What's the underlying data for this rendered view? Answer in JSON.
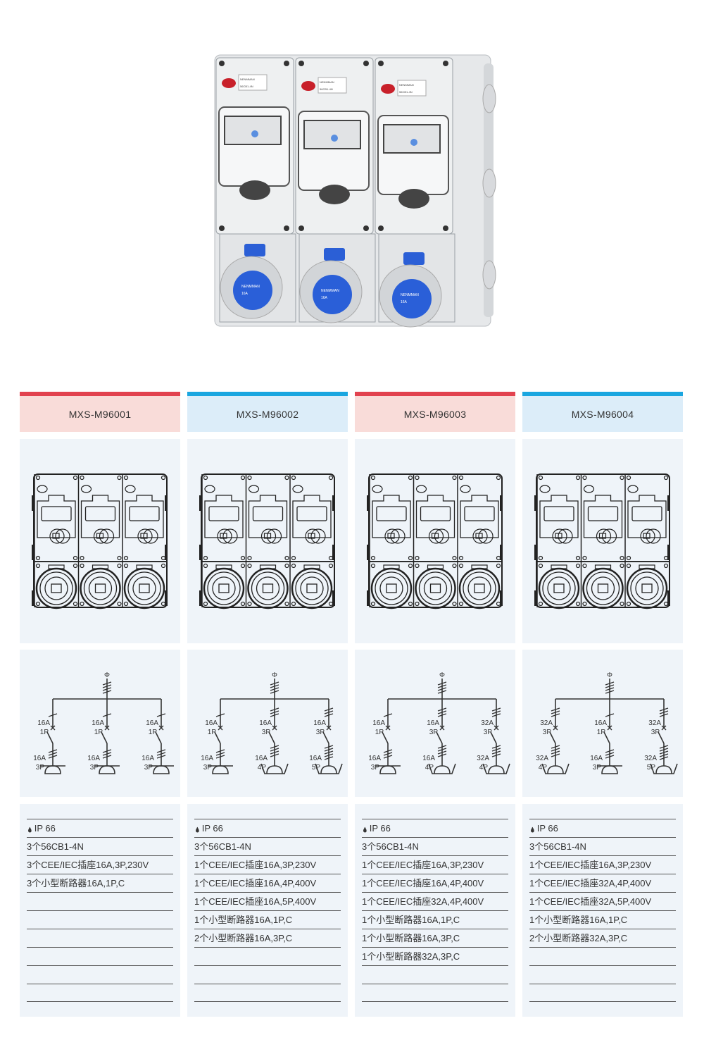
{
  "product_photo": {
    "brand": "NENMMAN",
    "breaker_label": "56CB1-4N",
    "socket_label": "16A"
  },
  "colors": {
    "red": "#e2424f",
    "blue": "#1aa6e0",
    "red_bg": "#f9dcd9",
    "blue_bg": "#dcedf9",
    "panel_bg": "#eff4f9"
  },
  "columns": [
    {
      "model": "MXS-M96001",
      "theme": "red",
      "branches": [
        {
          "mcb_a": "16A",
          "mcb_p": "1P",
          "sock_a": "16A",
          "sock_p": "3P"
        },
        {
          "mcb_a": "16A",
          "mcb_p": "1P",
          "sock_a": "16A",
          "sock_p": "3P"
        },
        {
          "mcb_a": "16A",
          "mcb_p": "1P",
          "sock_a": "16A",
          "sock_p": "3P"
        }
      ],
      "specs": [
        "IP 66",
        "3个56CB1-4N",
        "3个CEE/IEC插座16A,3P,230V",
        "3个小型断路器16A,1P,C",
        "",
        "",
        "",
        "",
        "",
        ""
      ]
    },
    {
      "model": "MXS-M96002",
      "theme": "blue",
      "branches": [
        {
          "mcb_a": "16A",
          "mcb_p": "1P",
          "sock_a": "16A",
          "sock_p": "3P"
        },
        {
          "mcb_a": "16A",
          "mcb_p": "3P",
          "sock_a": "16A",
          "sock_p": "4P"
        },
        {
          "mcb_a": "16A",
          "mcb_p": "3P",
          "sock_a": "16A",
          "sock_p": "5P"
        }
      ],
      "specs": [
        "IP 66",
        "3个56CB1-4N",
        "1个CEE/IEC插座16A,3P,230V",
        "1个CEE/IEC插座16A,4P,400V",
        "1个CEE/IEC插座16A,5P,400V",
        "1个小型断路器16A,1P,C",
        "2个小型断路器16A,3P,C",
        "",
        "",
        ""
      ]
    },
    {
      "model": "MXS-M96003",
      "theme": "red",
      "branches": [
        {
          "mcb_a": "16A",
          "mcb_p": "1P",
          "sock_a": "16A",
          "sock_p": "3P"
        },
        {
          "mcb_a": "16A",
          "mcb_p": "3P",
          "sock_a": "16A",
          "sock_p": "4P"
        },
        {
          "mcb_a": "32A",
          "mcb_p": "3P",
          "sock_a": "32A",
          "sock_p": "4P"
        }
      ],
      "specs": [
        "IP 66",
        "3个56CB1-4N",
        "1个CEE/IEC插座16A,3P,230V",
        "1个CEE/IEC插座16A,4P,400V",
        "1个CEE/IEC插座32A,4P,400V",
        "1个小型断路器16A,1P,C",
        "1个小型断路器16A,3P,C",
        "1个小型断路器32A,3P,C",
        "",
        ""
      ]
    },
    {
      "model": "MXS-M96004",
      "theme": "blue",
      "branches": [
        {
          "mcb_a": "32A",
          "mcb_p": "3P",
          "sock_a": "32A",
          "sock_p": "4P"
        },
        {
          "mcb_a": "16A",
          "mcb_p": "1P",
          "sock_a": "16A",
          "sock_p": "3P"
        },
        {
          "mcb_a": "32A",
          "mcb_p": "3P",
          "sock_a": "32A",
          "sock_p": "5P"
        }
      ],
      "specs": [
        "IP 66",
        "3个56CB1-4N",
        "1个CEE/IEC插座16A,3P,230V",
        "1个CEE/IEC插座32A,4P,400V",
        "1个CEE/IEC插座32A,5P,400V",
        "1个小型断路器16A,1P,C",
        "2个小型断路器32A,3P,C",
        "",
        "",
        ""
      ]
    }
  ],
  "symbols": {
    "phase": "Φ",
    "ip_icon": "water-drops-icon"
  }
}
